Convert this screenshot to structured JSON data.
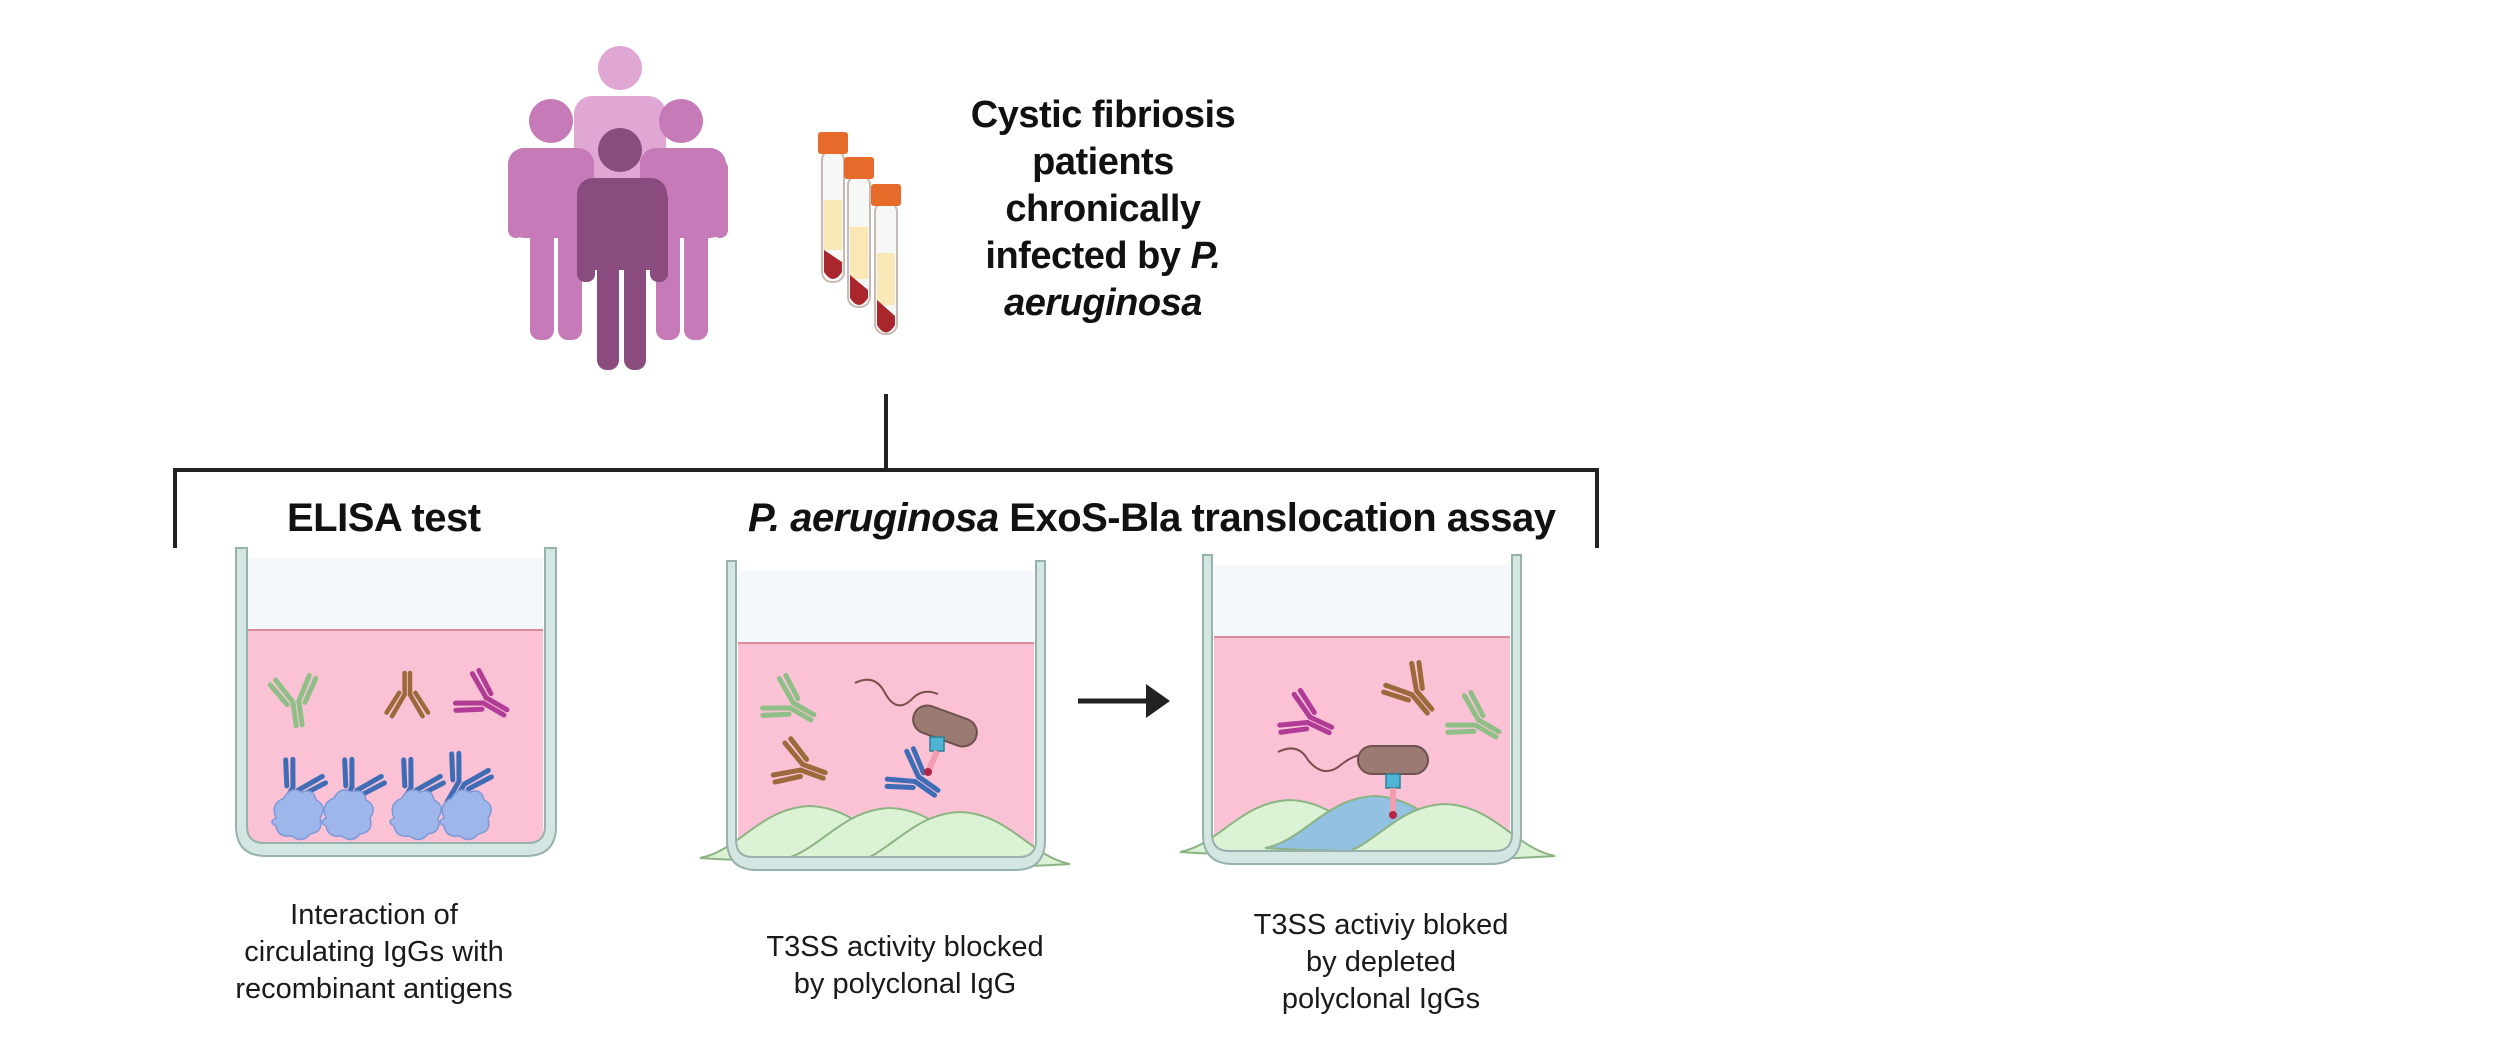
{
  "title": {
    "line1": "Cystic fibriosis",
    "line2": "patients",
    "line3": "chronically",
    "line4_prefix": "infected by ",
    "line4_italic": "P.",
    "line5_italic": "aeruginosa"
  },
  "headings": {
    "elisa": "ELISA test",
    "assay_italic": "P. aeruginosa",
    "assay_rest": " ExoS-Bla translocation assay"
  },
  "captions": {
    "elisa": [
      "Interaction of",
      "circulating IgGs with",
      "recombinant antigens"
    ],
    "assay_polyclonal": [
      "T3SS activity blocked",
      "by polyclonal IgG"
    ],
    "assay_depleted": [
      "T3SS activiy bloked",
      "by depleted",
      "polyclonal IgGs"
    ]
  },
  "icons": {
    "patients": "patient-group-icon",
    "blood_tubes": "blood-tube-icon",
    "antibody": "antibody-icon",
    "antigen": "antigen-icon",
    "bacterium": "bacterium-icon",
    "host_cell": "host-cell-icon",
    "arrow": "arrow-right-icon"
  },
  "colors": {
    "medium": "#fbc2d6",
    "well_wall": "#d3e6e2",
    "person_light": "#e0a6d4",
    "person_mid": "#c67ab8",
    "person_dark": "#8a4c7e",
    "antibody_green": "#8fbf87",
    "antibody_brown": "#9a6a3a",
    "antibody_magenta": "#b03c96",
    "antibody_blue": "#3f6db5",
    "bacterium": "#9b7a72",
    "host_cell": "#dcf2d4",
    "host_cell_target": "#93c1e2"
  }
}
